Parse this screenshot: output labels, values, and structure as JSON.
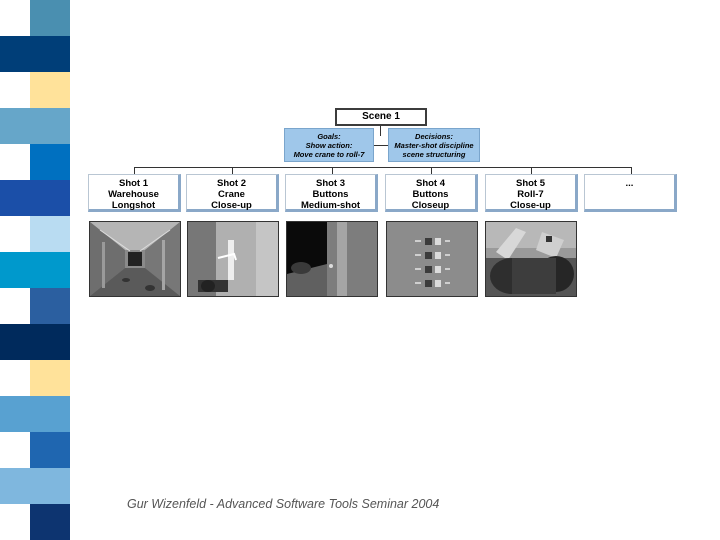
{
  "slide": {
    "stripe_colors": [
      "#4a8fb0",
      "#003e78",
      "#ffe29a",
      "#66a6c9",
      "#0070c0",
      "#1b4fa8",
      "#b9dcf2",
      "#0099cc",
      "#2b5fa0",
      "#002a5c",
      "#ffe29a",
      "#58a1d1",
      "#1f66b0",
      "#7fb7de",
      "#0d3470"
    ],
    "scene": {
      "label": "Scene 1"
    },
    "goals": {
      "title": "Goals:",
      "line1": "Show action:",
      "line2": "Move crane to roll-7"
    },
    "decisions": {
      "title": "Decisions:",
      "line1": "Master-shot discipline",
      "line2": "scene structuring"
    },
    "shots": [
      {
        "title": "Shot 1",
        "subject": "Warehouse",
        "type": "Longshot"
      },
      {
        "title": "Shot 2",
        "subject": "Crane",
        "type": "Close-up"
      },
      {
        "title": "Shot 3",
        "subject": "Buttons",
        "type": "Medium-shot"
      },
      {
        "title": "Shot 4",
        "subject": "Buttons",
        "type": "Closeup"
      },
      {
        "title": "Shot 5",
        "subject": "Roll-7",
        "type": "Close-up"
      },
      {
        "title": "...",
        "subject": "",
        "type": ""
      }
    ],
    "footer": "Gur Wizenfeld - Advanced Software Tools Seminar 2004"
  }
}
